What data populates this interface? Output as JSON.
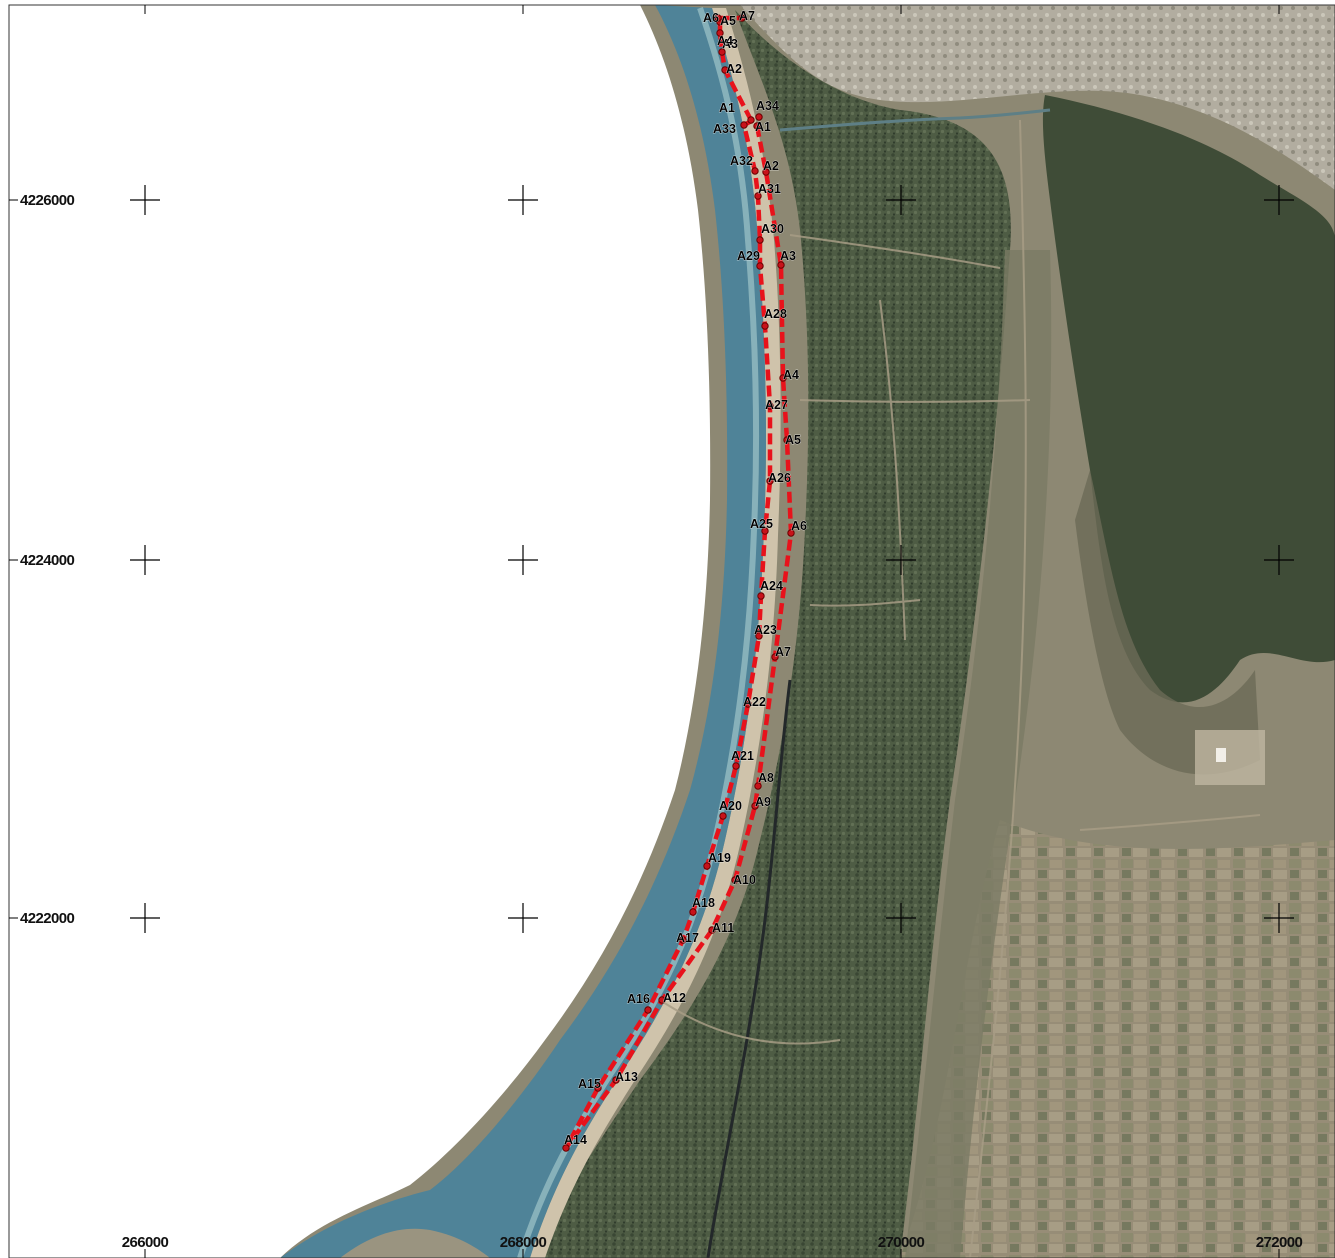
{
  "map": {
    "x_labels": [
      "266000",
      "268000",
      "270000",
      "272000"
    ],
    "y_labels": [
      "4226000",
      "4224000",
      "4222000"
    ],
    "colors": {
      "sea_white": "#ffffff",
      "shallow_water": "#4a7f95",
      "deep_water": "#5b8aa8",
      "sand": "#c9bda6",
      "forest": "#4c5a43",
      "scrub": "#8e8a74",
      "lagoon": "#3d4a36",
      "route": "#e8121b"
    },
    "series": [
      {
        "label_prefix": "A",
        "points": [
          "A1",
          "A2",
          "A3",
          "A4",
          "A5",
          "A6",
          "A7",
          "A8",
          "A9",
          "A10",
          "A11",
          "A12",
          "A13",
          "A14",
          "A15",
          "A16",
          "A17",
          "A18",
          "A19",
          "A20",
          "A21",
          "A22",
          "A23",
          "A24",
          "A25",
          "A26",
          "A27",
          "A28",
          "A29",
          "A30",
          "A31",
          "A32",
          "A33",
          "A34"
        ]
      },
      {
        "label_prefix": "A",
        "points": [
          "A1",
          "A2",
          "A3",
          "A4",
          "A5",
          "A6",
          "A7"
        ]
      }
    ]
  }
}
